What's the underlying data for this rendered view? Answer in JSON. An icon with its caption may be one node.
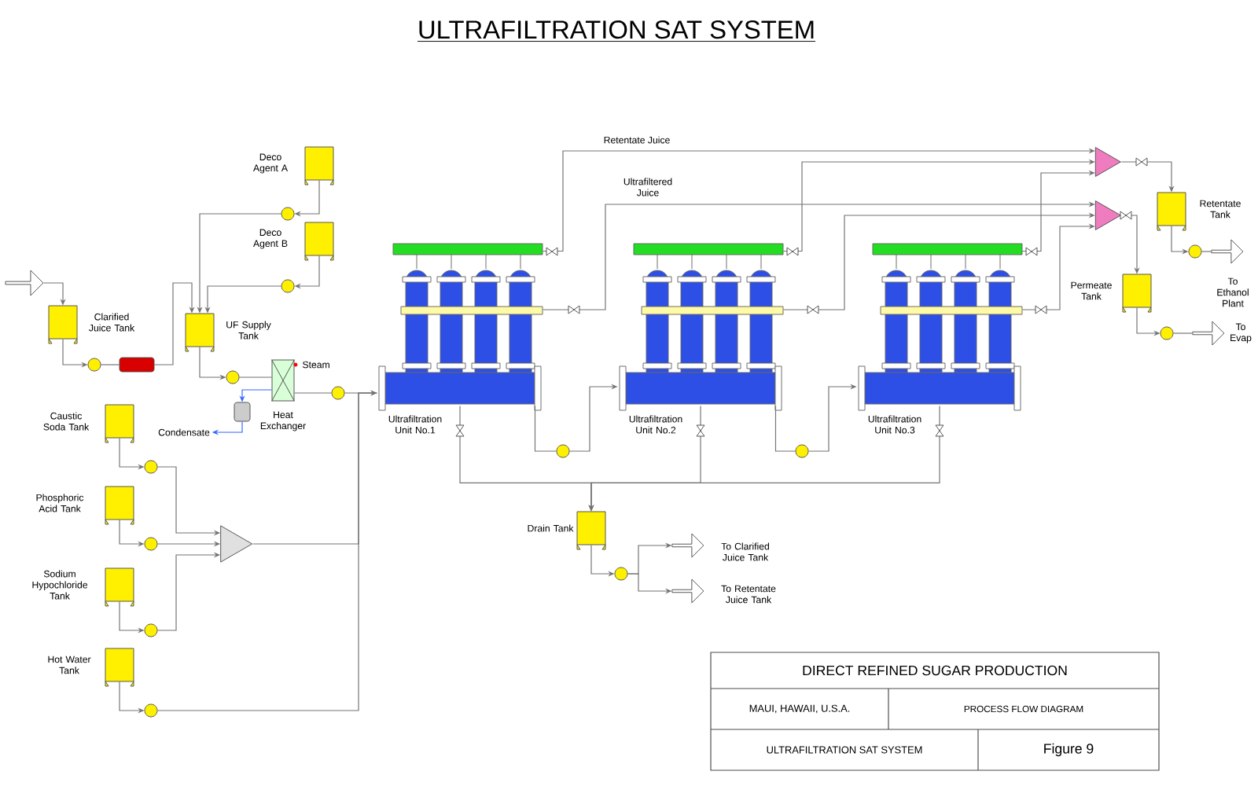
{
  "diagram": {
    "title": "ULTRAFILTRATION SAT SYSTEM",
    "nodes": [
      {
        "text": [],
        "shape": "arrow"
      },
      {
        "text": [
          "Clarified Juice Tank"
        ]
      },
      {
        "text": [],
        "shape": "circle"
      },
      {
        "text": [],
        "shape": "cylinder"
      },
      {
        "text": [
          "Deco Agent A"
        ]
      },
      {
        "text": [],
        "shape": "circle"
      },
      {
        "text": [
          "Deco Agent B"
        ]
      },
      {
        "text": [],
        "shape": "circle"
      },
      {
        "text": [
          "UF Supply Tank"
        ]
      },
      {
        "text": [],
        "shape": "circle"
      },
      {
        "text": [
          "Heat Exchanger"
        ]
      },
      {
        "text": [],
        "shape": "cylinder"
      },
      {
        "text": [
          "Condensate"
        ]
      },
      {
        "text": [],
        "shape": "circle"
      },
      {
        "text": [
          "Ultrafiltration Unit No.1"
        ]
      },
      {
        "text": [],
        "shape": "circle"
      },
      {
        "text": [
          "Ultrafiltration Unit No.2"
        ]
      },
      {
        "text": [],
        "shape": "circle"
      },
      {
        "text": [
          "Ultrafiltration Unit No.3"
        ]
      },
      {
        "text": [],
        "shape": "triangle"
      },
      {
        "text": [],
        "shape": "triangle"
      },
      {
        "text": [
          "Retentate Tank"
        ]
      },
      {
        "text": [],
        "shape": "circle"
      },
      {
        "text": [
          "To Ethanol Plant"
        ]
      },
      {
        "text": [
          "Permeate Tank"
        ]
      },
      {
        "text": [],
        "shape": "circle"
      },
      {
        "text": [
          "To Evap"
        ]
      },
      {
        "text": [
          "Caustic Soda Tank"
        ]
      },
      {
        "text": [],
        "shape": "circle"
      },
      {
        "text": [
          "Phosphoric Acid Tank"
        ]
      },
      {
        "text": [],
        "shape": "circle"
      },
      {
        "text": [
          "Sodium Hypochloride Tank"
        ]
      },
      {
        "text": [],
        "shape": "circle"
      },
      {
        "text": [
          "Hot Water Tank"
        ]
      },
      {
        "text": [],
        "shape": "circle"
      },
      {
        "text": [],
        "shape": "triangle"
      },
      {
        "text": [
          "Drain Tank"
        ]
      },
      {
        "text": [],
        "shape": "circle"
      },
      {
        "text": [
          "To Clarified Juice Tank"
        ]
      },
      {
        "text": [
          "To Retentate Juice Tank"
        ]
      }
    ],
    "edges": [
      {
        "from": 0,
        "to": 1,
        "arrow": "to"
      },
      {
        "from": 1,
        "to": 2,
        "arrow": "to"
      },
      {
        "from": 2,
        "to": 3,
        "arrow": "none"
      },
      {
        "from": 3,
        "to": 8,
        "arrow": "to"
      },
      {
        "from": 4,
        "to": 5,
        "arrow": "to"
      },
      {
        "from": 5,
        "to": 8,
        "arrow": "to"
      },
      {
        "from": 6,
        "to": 7,
        "arrow": "to"
      },
      {
        "from": 7,
        "to": 8,
        "arrow": "to"
      },
      {
        "from": 8,
        "to": 9,
        "arrow": "to"
      },
      {
        "from": 9,
        "to": 10,
        "arrow": "none"
      },
      {
        "from": 10,
        "to": 11,
        "arrow": "to",
        "color": "#3366ff"
      },
      {
        "from": 11,
        "to": 12,
        "arrow": "to",
        "color": "#3366ff"
      },
      {
        "from": 10,
        "to": 13,
        "arrow": "none"
      },
      {
        "from": 13,
        "to": 14,
        "arrow": "none"
      },
      {
        "from": 14,
        "to": 15,
        "arrow": "none"
      },
      {
        "from": 15,
        "to": 16,
        "arrow": "to"
      },
      {
        "from": 16,
        "to": 17,
        "arrow": "none"
      },
      {
        "from": 17,
        "to": 18,
        "arrow": "to"
      },
      {
        "from": 14,
        "to": 19,
        "arrow": "to",
        "label": "Retentate Juice"
      },
      {
        "from": 14,
        "to": 20,
        "arrow": "to",
        "label": "Ultrafiltered Juice"
      },
      {
        "from": 16,
        "to": 19,
        "arrow": "to"
      },
      {
        "from": 16,
        "to": 20,
        "arrow": "to"
      },
      {
        "from": 18,
        "to": 19,
        "arrow": "to"
      },
      {
        "from": 18,
        "to": 20,
        "arrow": "to"
      },
      {
        "from": 19,
        "to": 21,
        "arrow": "to"
      },
      {
        "from": 21,
        "to": 22,
        "arrow": "to"
      },
      {
        "from": 22,
        "to": 23,
        "arrow": "none"
      },
      {
        "from": 20,
        "to": 24,
        "arrow": "to"
      },
      {
        "from": 24,
        "to": 25,
        "arrow": "to"
      },
      {
        "from": 25,
        "to": 26,
        "arrow": "none"
      },
      {
        "from": 27,
        "to": 28,
        "arrow": "to"
      },
      {
        "from": 28,
        "to": 35,
        "arrow": "to"
      },
      {
        "from": 29,
        "to": 30,
        "arrow": "to"
      },
      {
        "from": 30,
        "to": 35,
        "arrow": "to"
      },
      {
        "from": 31,
        "to": 32,
        "arrow": "to"
      },
      {
        "from": 32,
        "to": 35,
        "arrow": "to"
      },
      {
        "from": 33,
        "to": 34,
        "arrow": "to"
      },
      {
        "from": 34,
        "to": 14,
        "arrow": "to"
      },
      {
        "from": 35,
        "to": 14,
        "arrow": "to"
      },
      {
        "from": 14,
        "to": 36,
        "arrow": "to"
      },
      {
        "from": 16,
        "to": 36,
        "arrow": "to"
      },
      {
        "from": 18,
        "to": 36,
        "arrow": "to"
      },
      {
        "from": 36,
        "to": 37,
        "arrow": "to"
      },
      {
        "from": 37,
        "to": 38,
        "arrow": "to"
      },
      {
        "from": 37,
        "to": 39,
        "arrow": "to"
      }
    ],
    "labels": [
      "Steam",
      "DIRECT REFINED SUGAR PRODUCTION",
      "MAUI, HAWAII, U.S.A.",
      "PROCESS FLOW DIAGRAM",
      "ULTRAFILTRATION SAT SYSTEM",
      "Figure 9"
    ]
  }
}
